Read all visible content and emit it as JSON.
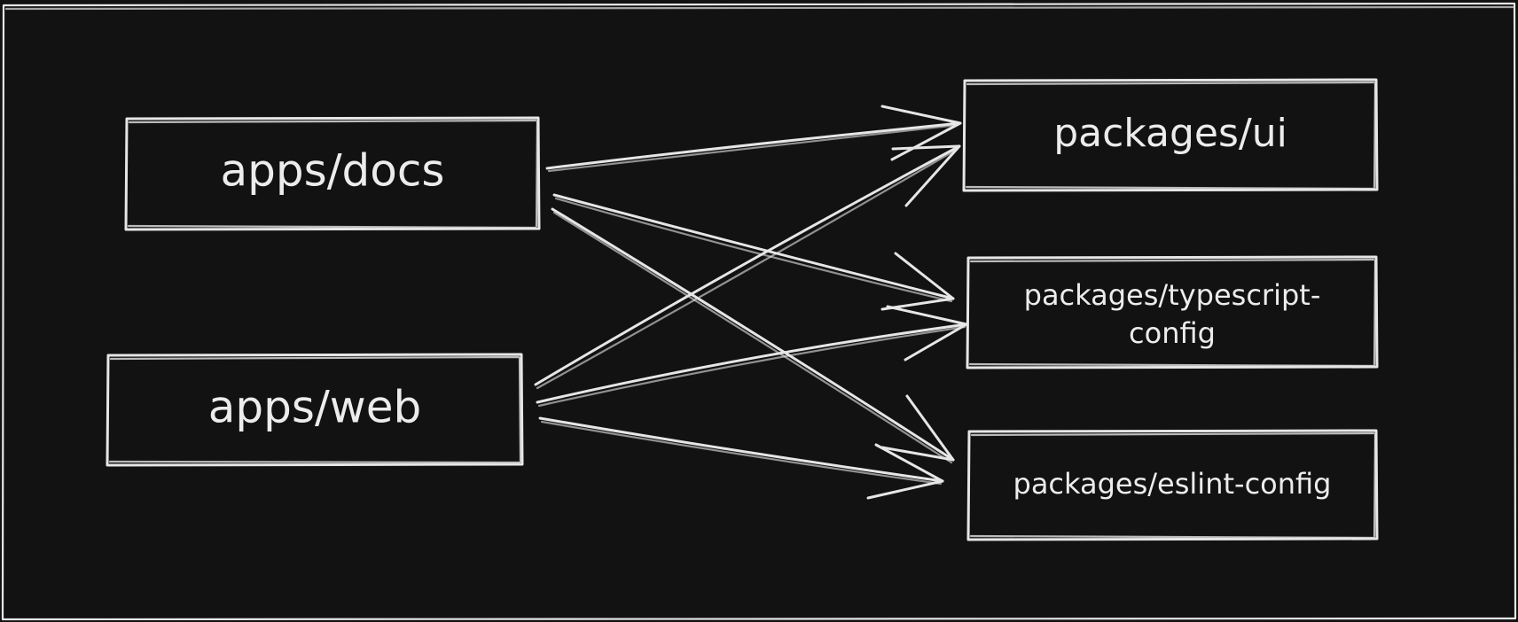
{
  "nodes": {
    "apps_docs": "apps/docs",
    "apps_web": "apps/web",
    "packages_ui": "packages/ui",
    "packages_typescript_config": [
      "packages/typescript-",
      "config"
    ],
    "packages_eslint_config": "packages/eslint-config"
  },
  "colors": {
    "background": "#121212",
    "stroke": "#e6e6e6",
    "text": "#ececec"
  }
}
